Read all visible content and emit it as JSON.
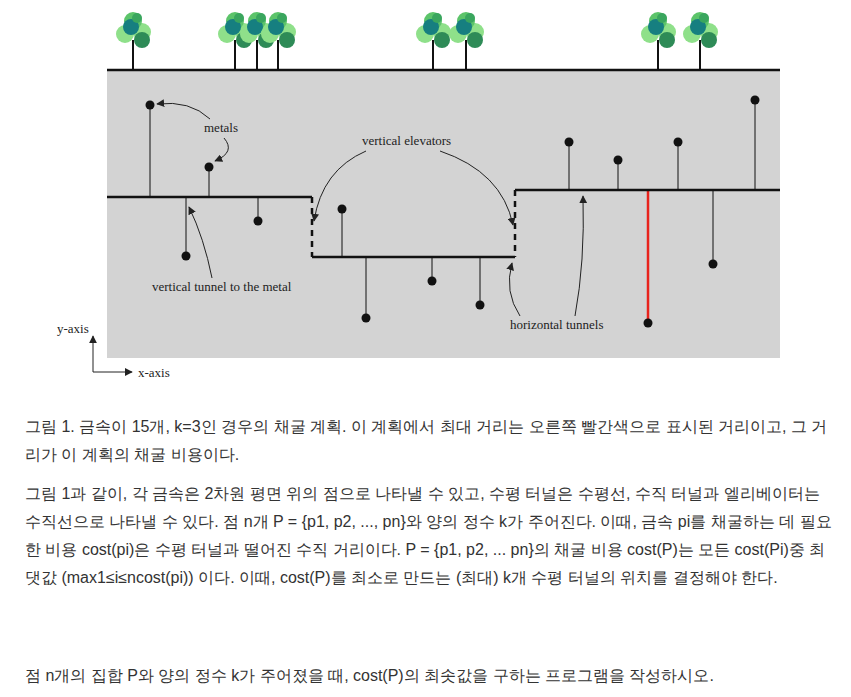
{
  "diagram": {
    "caption": "그림 1. 금속이 15개, k=3인 경우의 채굴 계획. 이 계획에서 최대 거리는 오른쪽 빨간색으로 표시된 거리이고, 그 거리가 이 계획의 채굴 비용이다.",
    "labels": [
      "metals",
      "vertical elevators",
      "vertical tunnel to the metal",
      "horizontal tunnels",
      "y-axis",
      "x-axis",
      "그림 1과 같이, 각 금속은 2차원 평면 위의 점으로 나타낼 수 있고, 수평 터널은 수평선, 수직 터널과 엘리베이터는 수직선으로 나타낼 수 있다. 점 n개 P = {p1, p2, ..., pn}와 양의 정수 k가 주어진다. 이때, 금속 pi를 채굴하는 데 필요한 비용 cost(pi)은 수평 터널과 떨어진 수직 거리이다. P = {p1, p2, ... pn}의 채굴 비용 cost(P)는 모든 cost(Pi)중 최댓값 (max1≤i≤ncost(pi)) 이다. 이때, cost(P)를 최소로 만드는 (최대) k개 수평 터널의 위치를 결정해야 한다.",
      "점 n개의 집합 P와 양의 정수 k가 주어졌을 때, cost(P)의 최솟값을 구하는 프로그램을 작성하시오."
    ]
  }
}
